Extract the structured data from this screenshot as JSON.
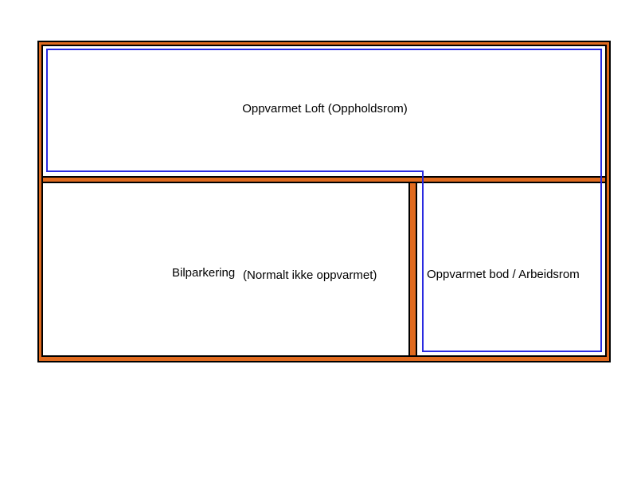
{
  "colors": {
    "wall_fill": "#e06a1e",
    "wall_stroke": "#000000",
    "heated_boundary": "#2a2ae0",
    "background": "#ffffff"
  },
  "rooms": {
    "loft": {
      "label": "Oppvarmet Loft (Oppholdsrom)",
      "heated": true
    },
    "parking": {
      "label": "Bilparkering",
      "note": "(Normalt ikke oppvarmet)",
      "heated": false
    },
    "storage": {
      "label": "Oppvarmet bod / Arbeidsrom",
      "heated": true
    }
  }
}
